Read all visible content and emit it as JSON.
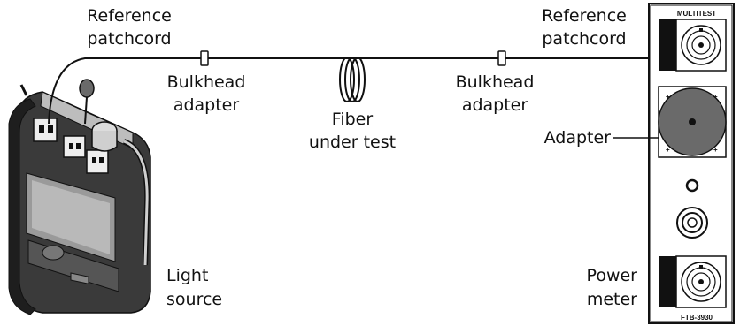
{
  "labels": {
    "ref_left_line1": "Reference",
    "ref_left_line2": "patchcord",
    "ref_right_line1": "Reference",
    "ref_right_line2": "patchcord",
    "bulk_left_line1": "Bulkhead",
    "bulk_left_line2": "adapter",
    "bulk_right_line1": "Bulkhead",
    "bulk_right_line2": "adapter",
    "fiber_line1": "Fiber",
    "fiber_line2": "under test",
    "adapter": "Adapter",
    "light_line1": "Light",
    "light_line2": "source",
    "power_line1": "Power",
    "power_line2": "meter"
  },
  "module": {
    "top_label": "MULTITEST",
    "bottom_label": "FTB-3930"
  },
  "colors": {
    "line": "#111111",
    "device_dark": "#2b2b2b",
    "device_mid": "#7a7a7a",
    "adapter_fill": "#6a6a6a"
  },
  "icons": {
    "light_source": "handheld-light-source-device-icon",
    "power_meter": "power-meter-module-icon",
    "fiber_coil": "fiber-coil-icon",
    "bulkhead": "bulkhead-adapter-icon"
  }
}
